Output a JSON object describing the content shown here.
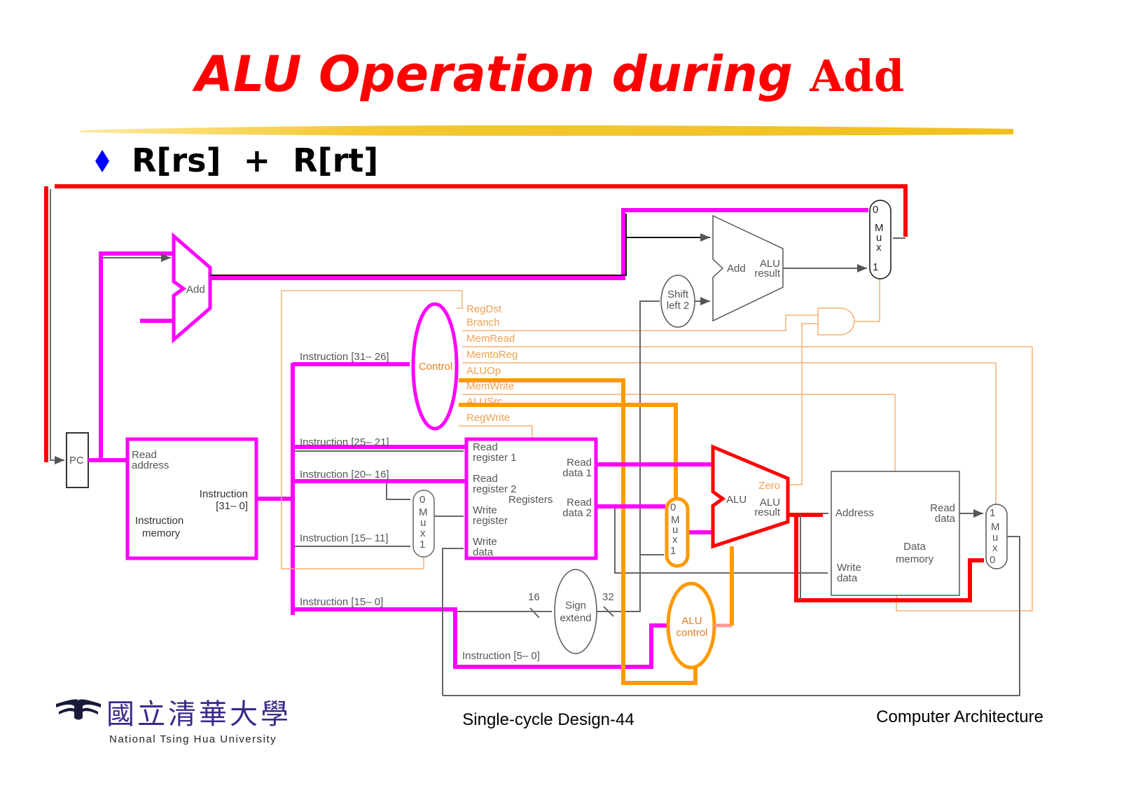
{
  "slide": {
    "title_main": "ALU Operation during ",
    "title_code": "Add",
    "bullet": "R[rs]  +  R[rt]",
    "footer_center": "Single-cycle Design-44",
    "footer_right": "Computer Architecture",
    "logo_chinese": "國立清華大學",
    "logo_english": "National Tsing Hua University"
  },
  "colors": {
    "title": "#ff0000",
    "active_path": "#ff00ff",
    "alu_highlight": "#ff0000",
    "control_highlight": "#ff9900",
    "control_lines": "#f5b070",
    "bullet": "#0000ff"
  },
  "diagram": {
    "pc": "PC",
    "pc_adder": "Add",
    "instr_mem": {
      "read_address_1": "Read",
      "read_address_2": "address",
      "instruction_1": "Instruction",
      "instruction_2": "[31– 0]",
      "name_1": "Instruction",
      "name_2": "memory"
    },
    "instr_fields": [
      "Instruction [31– 26]",
      "Instruction [25– 21]",
      "Instruction [20– 16]",
      "Instruction [15– 11]",
      "Instruction [15– 0]",
      "Instruction [5– 0]"
    ],
    "control": "Control",
    "control_signals": [
      "RegDst",
      "Branch",
      "MemRead",
      "MemtoReg",
      "ALUOp",
      "MemWrite",
      "ALUSrc",
      "RegWrite"
    ],
    "registers": {
      "rr1_a": "Read",
      "rr1_b": "register 1",
      "rr2_a": "Read",
      "rr2_b": "register 2",
      "wr_a": "Write",
      "wr_b": "register",
      "wd_a": "Write",
      "wd_b": "data",
      "rd1_a": "Read",
      "rd1_b": "data 1",
      "rd2_a": "Read",
      "rd2_b": "data 2",
      "name": "Registers"
    },
    "mux_labels": {
      "m": "M",
      "u": "u",
      "x": "x",
      "zero": "0",
      "one": "1"
    },
    "sign_extend": {
      "a": "Sign",
      "b": "extend",
      "in_bits": "16",
      "out_bits": "32"
    },
    "shift_left": {
      "a": "Shift",
      "b": "left 2"
    },
    "branch_adder": {
      "name": "Add",
      "res_a": "ALU",
      "res_b": "result"
    },
    "alu": {
      "name": "ALU",
      "zero": "Zero",
      "res_a": "ALU",
      "res_b": "result"
    },
    "alu_control": {
      "a": "ALU",
      "b": "control"
    },
    "data_mem": {
      "address": "Address",
      "wd_a": "Write",
      "wd_b": "data",
      "rd_a": "Read",
      "rd_b": "data",
      "name_a": "Data",
      "name_b": "memory"
    }
  }
}
